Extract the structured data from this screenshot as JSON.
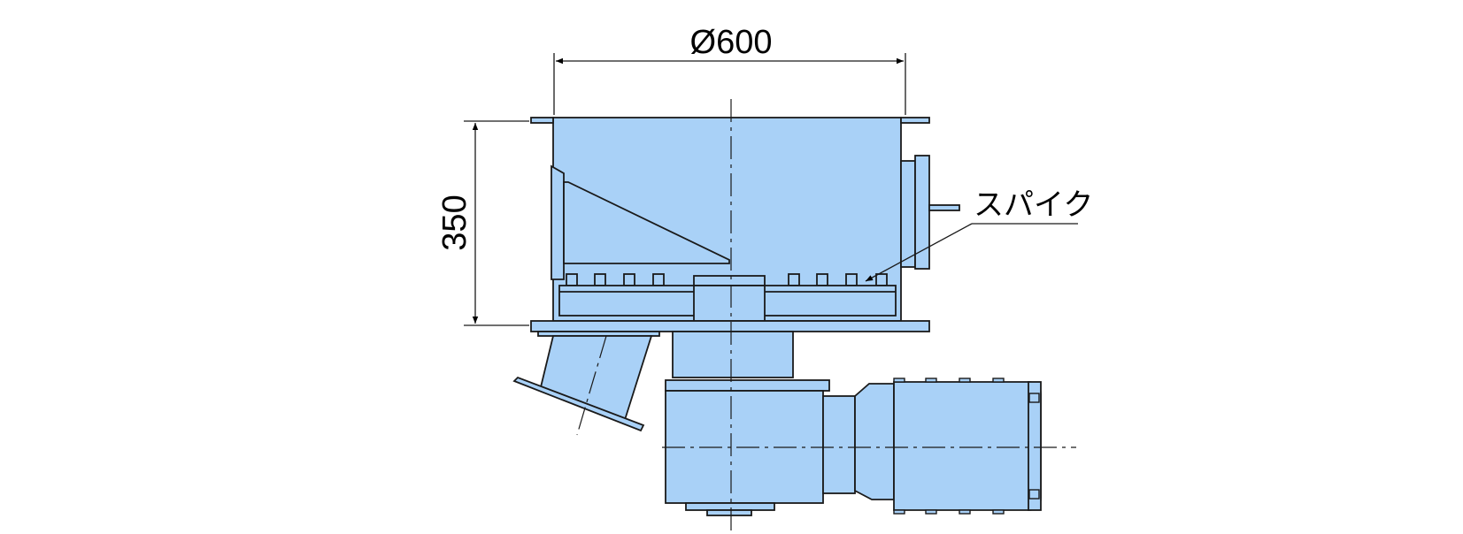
{
  "drawing": {
    "fill_color": "#a9d1f7",
    "line_color": "#1a1a1a",
    "dim_width_label": "Ø600",
    "dim_height_label": "350",
    "callout_label": "スパイク"
  }
}
